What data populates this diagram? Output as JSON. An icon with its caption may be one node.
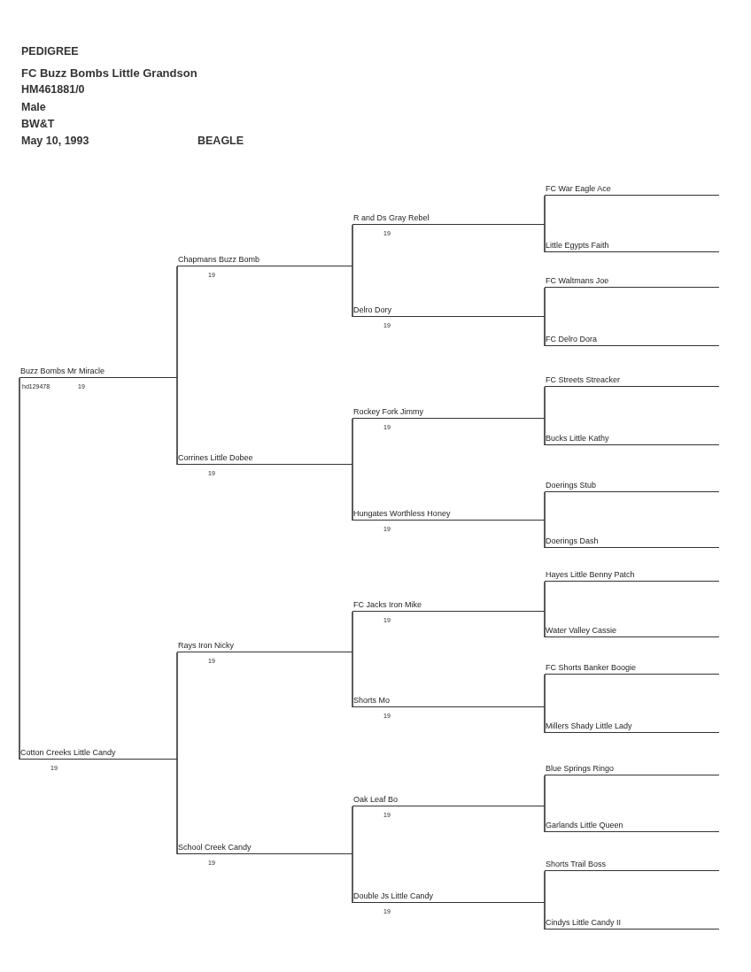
{
  "diagram": {
    "title": "PEDIGREE",
    "nodes": [
      {
        "text": [
          "Buzz Bombs Mr Miracle"
        ],
        "beside": [
          "hd129478",
          "19"
        ]
      },
      {
        "text": [
          "Chapmans Buzz Bomb"
        ],
        "beside": [
          "19"
        ]
      },
      {
        "text": [
          "R and Ds Gray Rebel"
        ],
        "beside": [
          "19"
        ]
      },
      {
        "text": [
          "FC War Eagle Ace"
        ]
      },
      {
        "text": [
          "Little Egypts Faith"
        ]
      },
      {
        "text": [
          "Delro Dory"
        ],
        "beside": [
          "19"
        ]
      },
      {
        "text": [
          "FC Waltmans Joe"
        ]
      },
      {
        "text": [
          "FC Delro Dora"
        ]
      },
      {
        "text": [
          "Corrines Little Dobee"
        ],
        "beside": [
          "19"
        ]
      },
      {
        "text": [
          "Rockey Fork Jimmy"
        ],
        "beside": [
          "19"
        ]
      },
      {
        "text": [
          "FC Streets Streacker"
        ]
      },
      {
        "text": [
          "Bucks Little Kathy"
        ]
      },
      {
        "text": [
          "Hungates Worthless Honey"
        ],
        "beside": [
          "19"
        ]
      },
      {
        "text": [
          "Doerings Stub"
        ]
      },
      {
        "text": [
          "Doerings Dash"
        ]
      },
      {
        "text": [
          "Cotton Creeks Little Candy"
        ],
        "beside": [
          "19"
        ]
      },
      {
        "text": [
          "Rays Iron Nicky"
        ],
        "beside": [
          "19"
        ]
      },
      {
        "text": [
          "FC Jacks Iron Mike"
        ],
        "beside": [
          "19"
        ]
      },
      {
        "text": [
          "Hayes Little Benny Patch"
        ]
      },
      {
        "text": [
          "Water Valley Cassie"
        ]
      },
      {
        "text": [
          "Shorts Mo"
        ],
        "beside": [
          "19"
        ]
      },
      {
        "text": [
          "FC Shorts Banker Boogie"
        ]
      },
      {
        "text": [
          "Millers Shady Little Lady"
        ]
      },
      {
        "text": [
          "School Creek Candy"
        ],
        "beside": [
          "19"
        ]
      },
      {
        "text": [
          "Oak Leaf Bo"
        ],
        "beside": [
          "19"
        ]
      },
      {
        "text": [
          "Blue Springs Ringo"
        ]
      },
      {
        "text": [
          "Garlands Little Queen"
        ]
      },
      {
        "text": [
          "Double Js Little Candy"
        ],
        "beside": [
          "19"
        ]
      },
      {
        "text": [
          "Shorts Trail Boss"
        ]
      },
      {
        "text": [
          "Cindys Little Candy II"
        ]
      }
    ],
    "edges": [
      {
        "from": 0,
        "to": 15,
        "arrow": "none"
      },
      {
        "from": 0,
        "to": 1,
        "arrow": "none"
      },
      {
        "from": 0,
        "to": 8,
        "arrow": "none"
      },
      {
        "from": 1,
        "to": 2,
        "arrow": "none"
      },
      {
        "from": 1,
        "to": 5,
        "arrow": "none"
      },
      {
        "from": 2,
        "to": 3,
        "arrow": "none"
      },
      {
        "from": 2,
        "to": 4,
        "arrow": "none"
      },
      {
        "from": 5,
        "to": 6,
        "arrow": "none"
      },
      {
        "from": 5,
        "to": 7,
        "arrow": "none"
      },
      {
        "from": 8,
        "to": 9,
        "arrow": "none"
      },
      {
        "from": 8,
        "to": 12,
        "arrow": "none"
      },
      {
        "from": 9,
        "to": 10,
        "arrow": "none"
      },
      {
        "from": 9,
        "to": 11,
        "arrow": "none"
      },
      {
        "from": 12,
        "to": 13,
        "arrow": "none"
      },
      {
        "from": 12,
        "to": 14,
        "arrow": "none"
      },
      {
        "from": 15,
        "to": 16,
        "arrow": "none"
      },
      {
        "from": 15,
        "to": 23,
        "arrow": "none"
      },
      {
        "from": 16,
        "to": 17,
        "arrow": "none"
      },
      {
        "from": 16,
        "to": 20,
        "arrow": "none"
      },
      {
        "from": 17,
        "to": 18,
        "arrow": "none"
      },
      {
        "from": 17,
        "to": 19,
        "arrow": "none"
      },
      {
        "from": 20,
        "to": 21,
        "arrow": "none"
      },
      {
        "from": 20,
        "to": 22,
        "arrow": "none"
      },
      {
        "from": 23,
        "to": 24,
        "arrow": "none"
      },
      {
        "from": 23,
        "to": 27,
        "arrow": "none"
      },
      {
        "from": 24,
        "to": 25,
        "arrow": "none"
      },
      {
        "from": 24,
        "to": 26,
        "arrow": "none"
      },
      {
        "from": 27,
        "to": 28,
        "arrow": "none"
      },
      {
        "from": 27,
        "to": 29,
        "arrow": "none"
      }
    ],
    "labels": [
      "FC Buzz Bombs Little Grandson",
      "HM461881/0",
      "Male",
      "BW&T",
      "May 10, 1993",
      "BEAGLE"
    ]
  }
}
